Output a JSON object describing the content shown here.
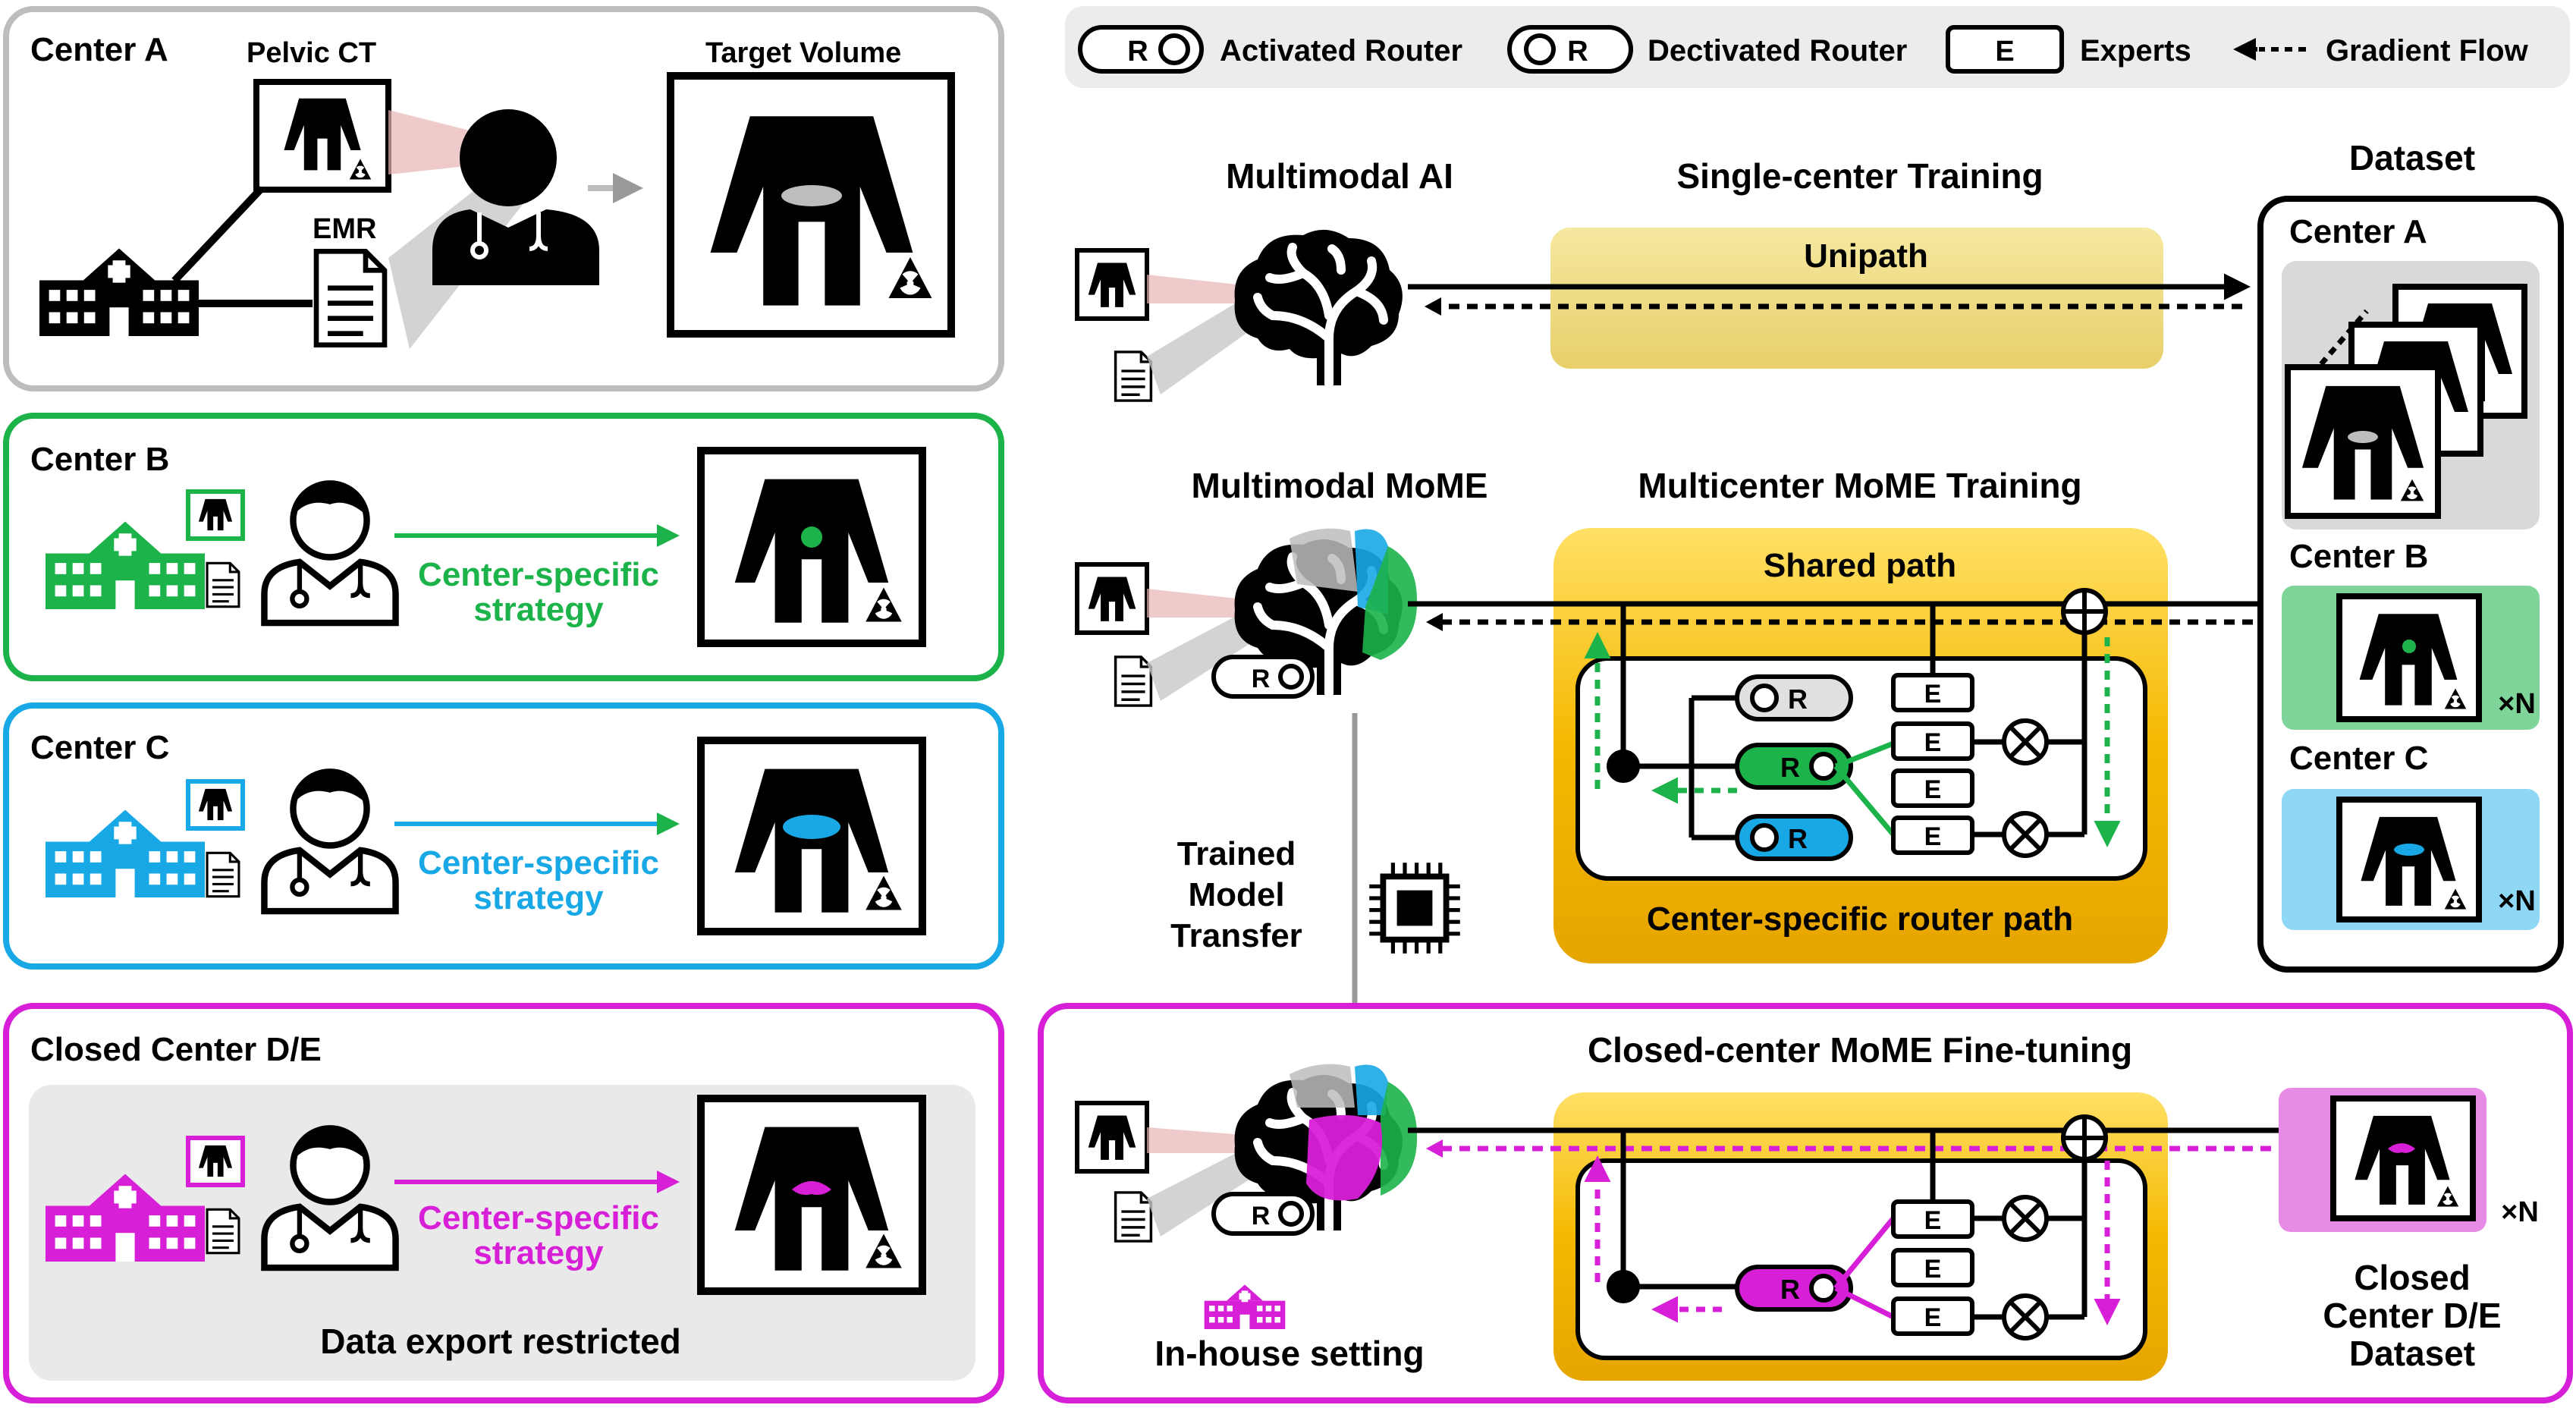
{
  "left_panels": {
    "center_a": {
      "title": "Center A",
      "ct_label": "Pelvic CT",
      "emr_label": "EMR",
      "target_label": "Target Volume"
    },
    "center_b": {
      "title": "Center B",
      "strategy_line1": "Center-specific",
      "strategy_line2": "strategy"
    },
    "center_c": {
      "title": "Center C",
      "strategy_line1": "Center-specific",
      "strategy_line2": "strategy"
    },
    "center_de": {
      "title": "Closed Center D/E",
      "strategy_line1": "Center-specific",
      "strategy_line2": "strategy",
      "restricted_label": "Data export restricted"
    }
  },
  "legend": {
    "activated_router": "Activated Router",
    "deactivated_router": "Dectivated Router",
    "experts": "Experts",
    "gradient_flow": "Gradient Flow",
    "router_glyph": "R",
    "expert_glyph": "E"
  },
  "row1": {
    "model_label": "Multimodal AI",
    "training_label": "Single-center Training",
    "path_label": "Unipath"
  },
  "row2": {
    "model_label": "Multimodal MoME",
    "training_label": "Multicenter MoME Training",
    "shared_path": "Shared path",
    "router_path": "Center-specific router path"
  },
  "transfer": {
    "line1": "Trained",
    "line2": "Model",
    "line3": "Transfer"
  },
  "row3": {
    "training_label": "Closed-center MoME Fine-tuning",
    "inhouse_label": "In-house setting",
    "dataset_line1": "Closed",
    "dataset_line2": "Center D/E",
    "dataset_line3": "Dataset",
    "multiplier": "×N"
  },
  "dataset": {
    "title": "Dataset",
    "center_a": "Center A",
    "center_b": "Center B",
    "center_c": "Center C",
    "multiplier": "×N"
  },
  "colors": {
    "green": "#1db34b",
    "blue": "#18a8e6",
    "magenta": "#d81fd8",
    "gold": "#f5b800",
    "gray_panel": "#e6e6e6",
    "green_panel": "#7fd49a",
    "blue_panel": "#8fd8f5",
    "magenta_panel": "#e78be6"
  }
}
